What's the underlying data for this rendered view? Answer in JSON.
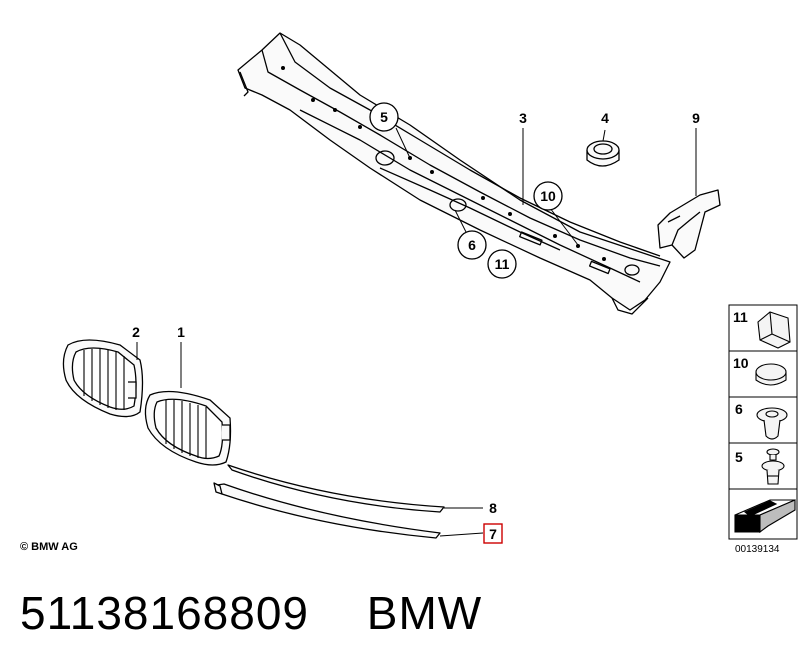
{
  "callouts": {
    "c1": "1",
    "c2": "2",
    "c3": "3",
    "c4": "4",
    "c5": "5",
    "c6": "6",
    "c7": "7",
    "c8": "8",
    "c9": "9",
    "c10": "10",
    "c11": "11"
  },
  "legend": {
    "items": [
      {
        "number": "11"
      },
      {
        "number": "10"
      },
      {
        "number": "6"
      },
      {
        "number": "5"
      }
    ]
  },
  "copyright": "© BMW AG",
  "diagram_id": "00139134",
  "caption": {
    "part_number": "51138168809",
    "brand": "BMW"
  },
  "colors": {
    "highlight": "#cc0000",
    "line": "#000000"
  }
}
